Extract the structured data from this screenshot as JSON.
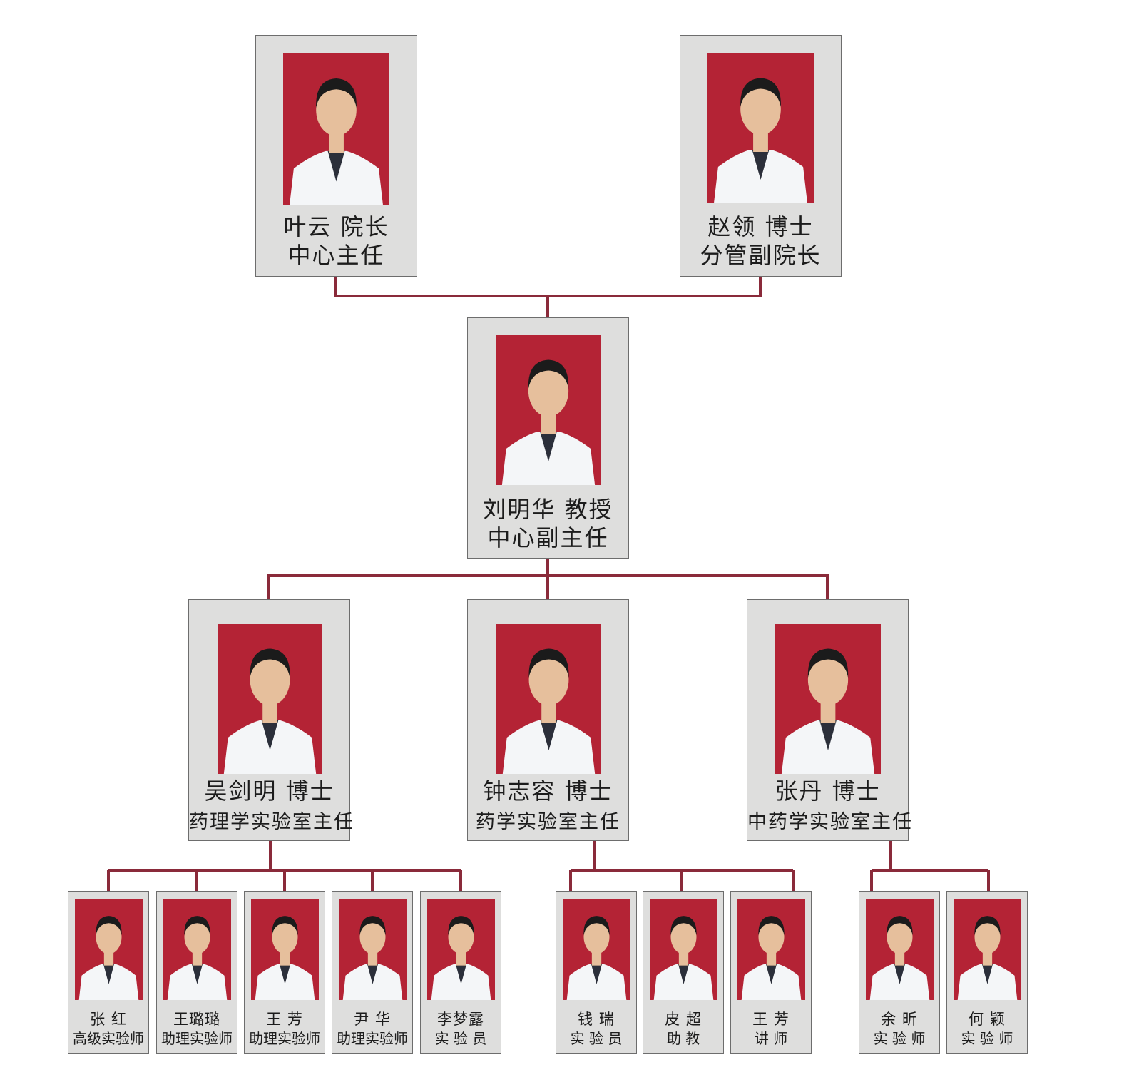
{
  "colors": {
    "photo_bg": "#b42335",
    "card_bg": "#dededd",
    "connector": "#8a2a3a",
    "coat": "#f4f6f8",
    "skin": "#e6bf9c",
    "hair": "#1b1b1b"
  },
  "level1": [
    {
      "name": "叶云  院长",
      "title": "中心主任"
    },
    {
      "name": "赵领  博士",
      "title": "分管副院长"
    }
  ],
  "level2": [
    {
      "name": "刘明华  教授",
      "title": "中心副主任"
    }
  ],
  "level3": [
    {
      "name": "吴剑明  博士",
      "title": "药理学实验室主任"
    },
    {
      "name": "钟志容  博士",
      "title": "药学实验室主任"
    },
    {
      "name": "张丹  博士",
      "title": "中药学实验室主任"
    }
  ],
  "level4": [
    {
      "name": "张  红",
      "title": "高级实验师"
    },
    {
      "name": "王璐璐",
      "title": "助理实验师"
    },
    {
      "name": "王  芳",
      "title": "助理实验师"
    },
    {
      "name": "尹  华",
      "title": "助理实验师"
    },
    {
      "name": "李梦露",
      "title": "实 验 员"
    },
    {
      "name": "钱  瑞",
      "title": "实 验 员"
    },
    {
      "name": "皮  超",
      "title": "助  教"
    },
    {
      "name": "王  芳",
      "title": "讲  师"
    },
    {
      "name": "余  昕",
      "title": "实 验 师"
    },
    {
      "name": "何  颖",
      "title": "实 验 师"
    }
  ]
}
